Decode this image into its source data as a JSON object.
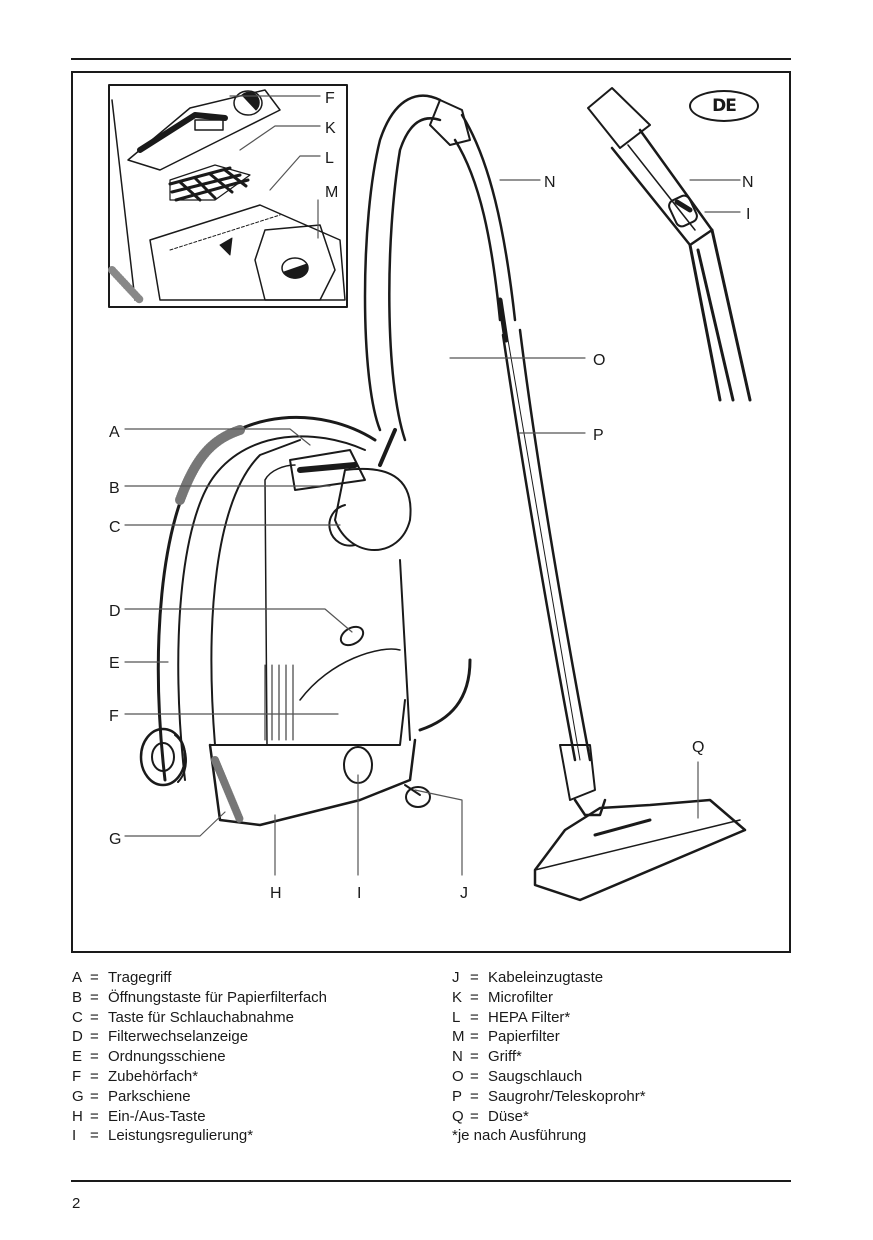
{
  "page": {
    "number": "2",
    "language_badge": "DE"
  },
  "illustration": {
    "inset_callouts": [
      "F",
      "K",
      "L",
      "M"
    ],
    "main_callouts": {
      "A": "A",
      "B": "B",
      "C": "C",
      "D": "D",
      "E": "E",
      "F": "F",
      "G": "G",
      "H": "H",
      "I": "I",
      "J": "J",
      "N": "N",
      "O": "O",
      "P": "P",
      "Q": "Q"
    },
    "handle_detail_callouts": [
      "N",
      "I"
    ]
  },
  "legend": {
    "left": [
      {
        "key": "A",
        "eq": "=",
        "text": "Tragegriff"
      },
      {
        "key": "B",
        "eq": "=",
        "text": "Öffnungstaste für Papierfilterfach"
      },
      {
        "key": "C",
        "eq": "=",
        "text": "Taste für Schlauchabnahme"
      },
      {
        "key": "D",
        "eq": "=",
        "text": "Filterwechselanzeige"
      },
      {
        "key": "E",
        "eq": "=",
        "text": "Ordnungsschiene"
      },
      {
        "key": "F",
        "eq": "=",
        "text": "Zubehörfach*"
      },
      {
        "key": "G",
        "eq": "=",
        "text": "Parkschiene"
      },
      {
        "key": "H",
        "eq": "=",
        "text": "Ein-/Aus-Taste"
      },
      {
        "key": "I",
        "eq": "=",
        "text": "Leistungsregulierung*"
      }
    ],
    "right": [
      {
        "key": "J",
        "eq": "=",
        "text": "Kabeleinzugtaste"
      },
      {
        "key": "K",
        "eq": "=",
        "text": "Microfilter"
      },
      {
        "key": "L",
        "eq": "=",
        "text": "HEPA Filter*"
      },
      {
        "key": "M",
        "eq": "=",
        "text": "Papierfilter"
      },
      {
        "key": "N",
        "eq": "=",
        "text": "Griff*"
      },
      {
        "key": "O",
        "eq": "=",
        "text": "Saugschlauch"
      },
      {
        "key": "P",
        "eq": "=",
        "text": "Saugrohr/Teleskoprohr*"
      },
      {
        "key": "Q",
        "eq": "=",
        "text": "Düse*"
      }
    ],
    "footnote": "*je nach Ausführung"
  },
  "colors": {
    "ink": "#1a1a1a",
    "leader": "#555555"
  }
}
